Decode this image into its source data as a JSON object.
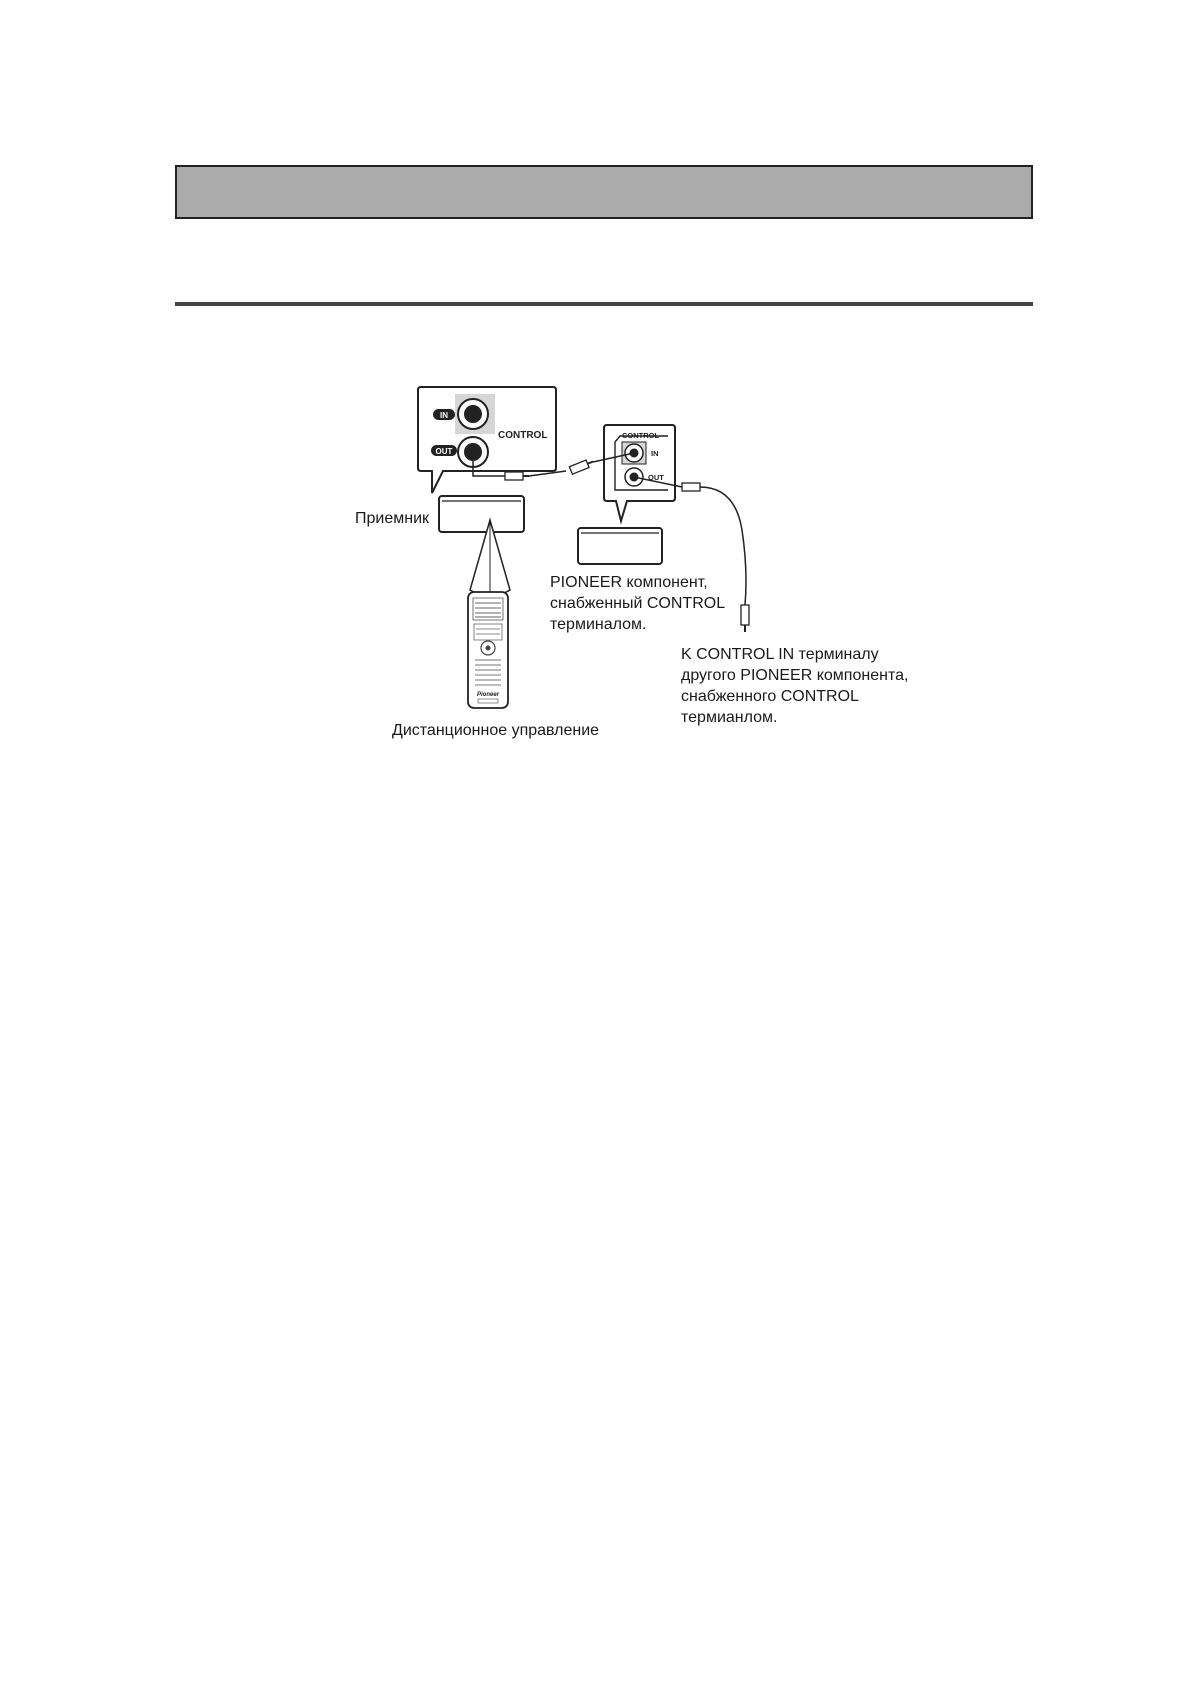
{
  "diagram": {
    "receiver_panel": {
      "in_badge": "IN",
      "out_badge": "OUT",
      "control_label": "CONTROL"
    },
    "component_panel": {
      "control_label": "CONTROL",
      "in_label": "IN",
      "out_label": "OUT"
    },
    "labels": {
      "receiver": "Приемник",
      "remote": "Дистанционное управление",
      "pioneer_component": [
        "PIONEER компонент,",
        "снабженный CONTROL",
        "терминалом."
      ],
      "k_control_in": [
        "K CONTROL IN терминалу",
        "другого PIONEER компонента,",
        "снабженного CONTROL",
        "термианлом."
      ]
    },
    "remote_brand": "Pioneer"
  }
}
